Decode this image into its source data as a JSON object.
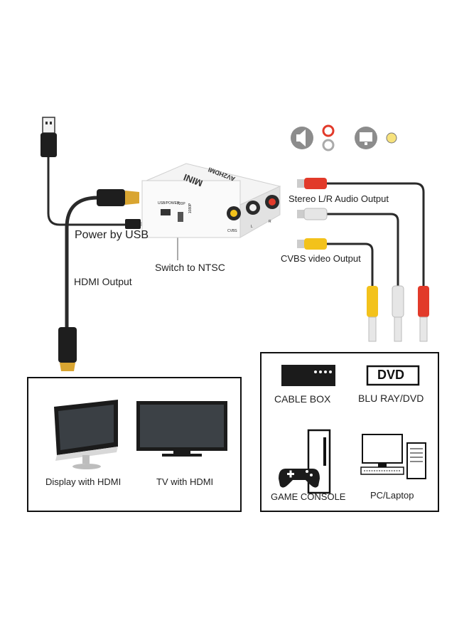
{
  "device": {
    "brand": "MINI",
    "model": "AV2HDMI",
    "port_labels": {
      "usb_power": "USB/POWER",
      "p720": "720P",
      "p1080": "1080P",
      "cvbs": "CVBS",
      "left": "L",
      "right": "R"
    }
  },
  "labels": {
    "power_by_usb": "Power by USB",
    "hdmi_output": "HDMI Output",
    "switch_to_ntsc": "Switch to NTSC",
    "stereo_audio_output": "Stereo L/R Audio Output",
    "cvbs_video_output": "CVBS video Output"
  },
  "hdmi_panel": {
    "devices": [
      {
        "label": "Display with HDMI",
        "icon": "monitor-icon"
      },
      {
        "label": "TV with HDMI",
        "icon": "tv-icon"
      }
    ]
  },
  "av_panel": {
    "devices": [
      {
        "label": "CABLE BOX",
        "icon": "cable-box-icon"
      },
      {
        "label": "BLU RAY/DVD",
        "icon": "dvd-icon",
        "badge": "DVD"
      },
      {
        "label": "GAME CONSOLE",
        "icon": "game-console-icon"
      },
      {
        "label": "PC/Laptop",
        "icon": "pc-icon"
      }
    ]
  },
  "colors": {
    "cable": "#2a2a2a",
    "rca_red": "#e23a2a",
    "rca_white": "#e6e6e6",
    "rca_yellow": "#f3c21b",
    "gold": "#d9a531",
    "icon_gray": "#8c8c8c"
  }
}
